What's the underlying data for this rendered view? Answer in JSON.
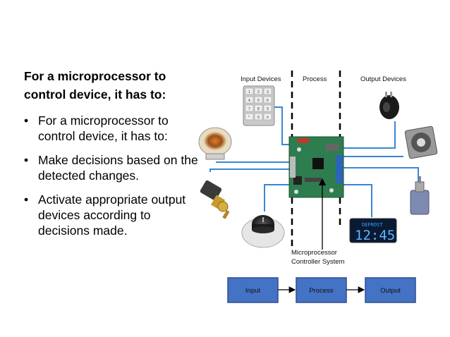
{
  "heading": "For a microprocessor to control device, it has to:",
  "bullets": [
    "For a microprocessor to control device, it has to:",
    "Make decisions based on the detected changes.",
    "Activate appropriate output devices according to decisions made."
  ],
  "diagram": {
    "col_input": "Input Devices",
    "col_process": "Process",
    "col_output": "Output Devices",
    "controller_label_1": "Microprocessor",
    "controller_label_2": "Controller System",
    "display_top": "DEFROST",
    "display_main": "12:45",
    "keypad_keys": [
      "1",
      "2",
      "3",
      "4",
      "5",
      "6",
      "7",
      "8",
      "9",
      "*",
      "0",
      "#"
    ],
    "flow": [
      "Input",
      "Process",
      "Output"
    ],
    "colors": {
      "wire": "#3a86d4",
      "box_fill": "#4472c4",
      "box_border": "#2f4f8f",
      "board": "#2e7d4f"
    }
  }
}
